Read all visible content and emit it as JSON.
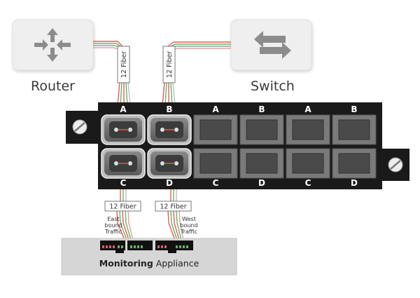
{
  "devices": {
    "router_label": "Router",
    "switch_label": "Switch"
  },
  "cables": {
    "router_fiber": "12 Fiber",
    "switch_fiber": "12 Fiber",
    "east_fiber": "12 Fiber",
    "west_fiber": "12 Fiber"
  },
  "traffic": {
    "east": [
      "East",
      "bound",
      "Traffic"
    ],
    "west": [
      "West",
      "bound",
      "Traffic"
    ]
  },
  "panel": {
    "top_letters": [
      "A",
      "B",
      "A",
      "B",
      "A",
      "B"
    ],
    "bottom_letters": [
      "C",
      "D",
      "C",
      "D",
      "C",
      "D"
    ]
  },
  "appliance": {
    "label_bold": "Monitoring",
    "label_normal": " Appliance"
  },
  "colors": {
    "panel": "#1a1a1a",
    "device_bg": "#eeeeee",
    "appliance_bg": "#d6d6d6",
    "icon": "#8c8c8c",
    "fiber_red": "#e85a5a",
    "fiber_green": "#5fb85f"
  }
}
